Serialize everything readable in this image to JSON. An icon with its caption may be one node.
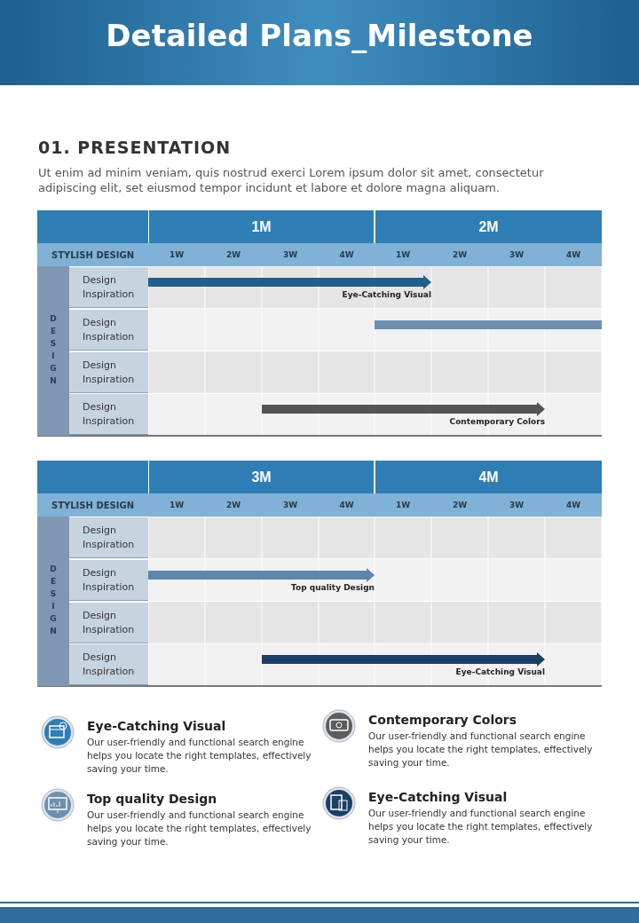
{
  "diagram": {
    "title": "Detailed Plans_Milestone",
    "nodes": [
      {
        "text": [],
        "shape": "bar",
        "beside": [
          "Eye-Catching Visual"
        ]
      },
      {
        "text": [],
        "shape": "bar"
      },
      {
        "text": [],
        "shape": "bar",
        "beside": [
          "Contemporary Colors"
        ]
      },
      {
        "text": [],
        "shape": "bar",
        "beside": [
          "Top quality Design"
        ]
      },
      {
        "text": [],
        "shape": "bar",
        "beside": [
          "Eye-Catching Visual"
        ]
      }
    ],
    "labels": [
      "01. PRESENTATION",
      "Ut enim ad minim veniam, quis nostrud exerci  Lorem ipsum dolor sit amet, consectetur adipiscing elit, set eiusmod tempor incidunt et labore et dolore magna aliquam.",
      "1M",
      "2M",
      "STYLISH DESIGN",
      "1W",
      "2W",
      "3W",
      "4W",
      "1W",
      "2W",
      "3W",
      "4W",
      "DESIGN",
      "Design Inspiration",
      "Design Inspiration",
      "Design Inspiration",
      "Design Inspiration",
      "3M",
      "4M",
      "STYLISH DESIGN",
      "1W",
      "2W",
      "3W",
      "4W",
      "1W",
      "2W",
      "3W",
      "4W",
      "DESIGN",
      "Design Inspiration",
      "Design Inspiration",
      "Design Inspiration",
      "Design Inspiration",
      "Eye-Catching Visual",
      "Our user-friendly and functional search engine helps you locate the right templates, effectively saving your time.",
      "Contemporary Colors",
      "Our user-friendly and functional search engine helps you locate the right templates, effectively saving your time.",
      "Top quality Design",
      "Our user-friendly and functional search engine helps you locate the right templates, effectively saving your time.",
      "Eye-Catching Visual",
      "Our user-friendly and functional search engine helps you locate the right templates, effectively saving your time."
    ]
  }
}
